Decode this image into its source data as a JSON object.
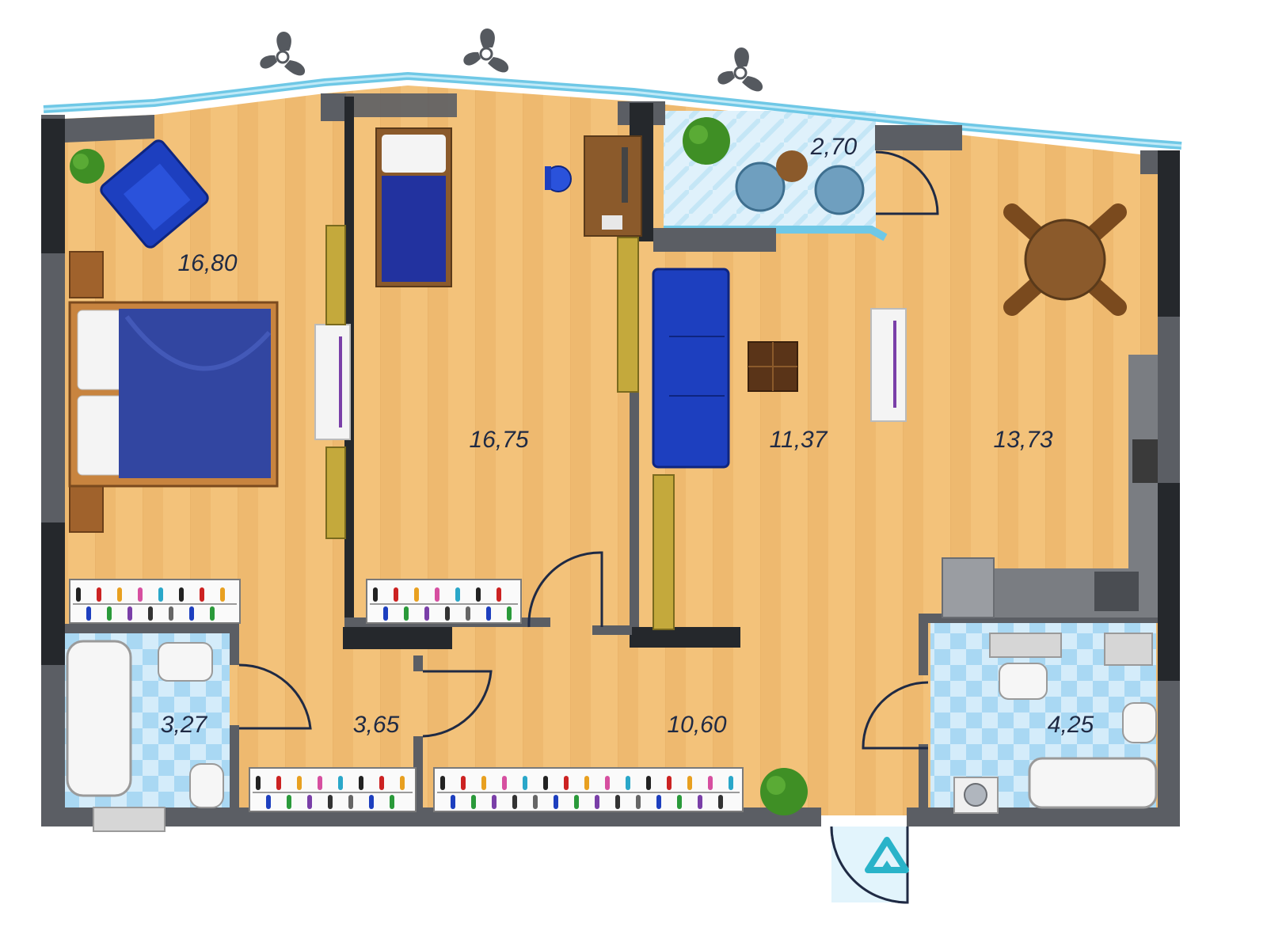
{
  "areas": {
    "bedroom": "16,80",
    "room2": "16,75",
    "balcony": "2,70",
    "living": "11,37",
    "kitchen": "13,73",
    "bath1": "3,27",
    "hall_small": "3,65",
    "corridor": "10,60",
    "bath2": "4,25"
  },
  "colors": {
    "floor": "#f3c27a",
    "floor_stripe": "#eab46a",
    "wall": "#5b5e64",
    "wall_dark": "#25282c",
    "window": "#8fd3ea",
    "tile": "#cfe9f8",
    "tile_alt": "#a9d8f3",
    "furniture_blue": "#1d3fbf",
    "wood": "#a0622c",
    "plant": "#3f8f25",
    "accent": "#29b3c9"
  },
  "icons": {
    "fan": "fan-icon",
    "entrance": "entrance-arrow-icon",
    "plant": "plant-icon"
  }
}
